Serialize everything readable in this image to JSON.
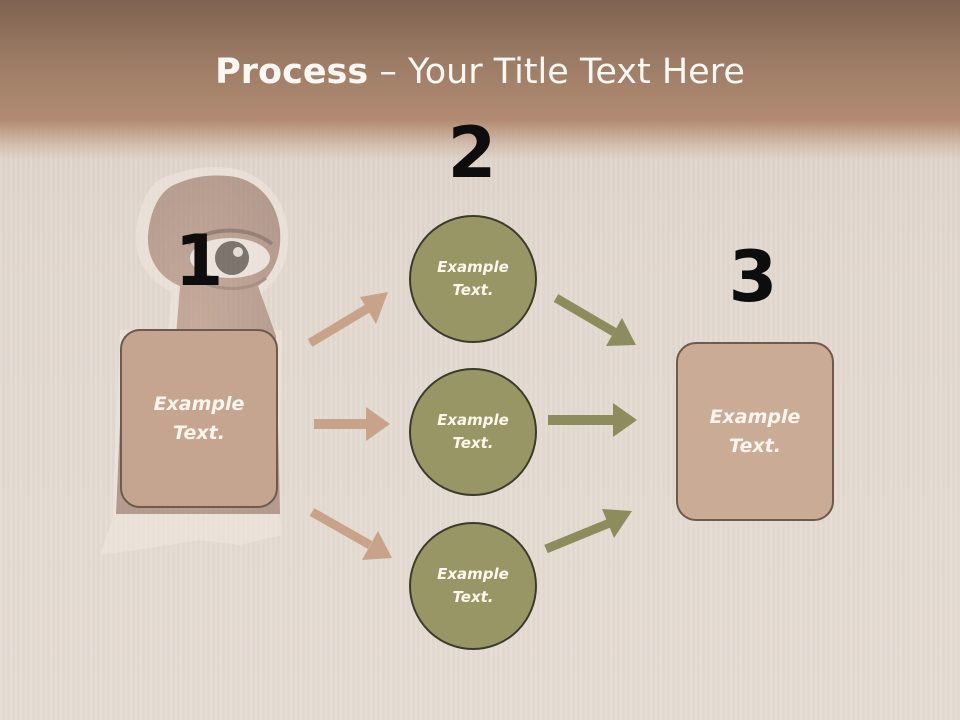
{
  "title": {
    "bold": "Process",
    "rest": " – Your Title Text Here"
  },
  "steps": [
    {
      "number": "1"
    },
    {
      "number": "2"
    },
    {
      "number": "3"
    }
  ],
  "left_box": {
    "label": "Example Text."
  },
  "circles": [
    {
      "label": "Example Text."
    },
    {
      "label": "Example Text."
    },
    {
      "label": "Example Text."
    }
  ],
  "right_box": {
    "label": "Example Text."
  },
  "colors": {
    "header": "#9a7a64",
    "left_box_fill": "#c5a58f",
    "right_box_fill": "#c9ab96",
    "circle_fill": "#989665",
    "arrow_left": "#c8a38a",
    "arrow_right": "#8c8c5c",
    "number_text": "#0d0d0d"
  },
  "background_image": {
    "icon": "keyhole-eye-icon"
  }
}
